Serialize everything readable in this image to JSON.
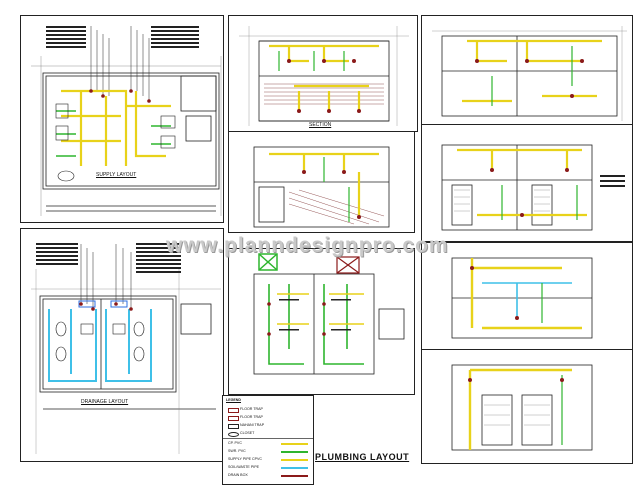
{
  "sheet": {
    "title": "PLUMBING LAYOUT",
    "watermark": "www.planndesignpro.com"
  },
  "panel_labels": {
    "plan_top": "SUPPLY LAYOUT",
    "plan_bottom": "DRAINAGE LAYOUT",
    "elev_1": "SECTION",
    "elev_2": "SECTION"
  },
  "legend": {
    "header": "LEGEND",
    "items": [
      {
        "symbol": "FT",
        "text": "FLOOR TRAP"
      },
      {
        "symbol": "FT",
        "text": "FLOOR TRAP"
      },
      {
        "symbol": "NT",
        "text": "NAHANI TRAP"
      },
      {
        "symbol": "CO",
        "text": "CLOSET"
      },
      {
        "symbol": "",
        "text": "CP. PVC"
      },
      {
        "symbol": "",
        "text": "SWR. PVC"
      },
      {
        "symbol": "",
        "text": "SUPPLY PIPE CPVC"
      },
      {
        "symbol": "",
        "text": "SOIL/WASTE PIPE"
      },
      {
        "symbol": "",
        "text": "DRAIN BOX"
      }
    ]
  },
  "colors": {
    "supply_pipe": "#e8d21a",
    "cold_pipe": "#3fc0e8",
    "drain_pipe": "#8b1a1a",
    "vent_green": "#2fb52f",
    "tile_hatch": "#7a2b2b",
    "linework": "#222222",
    "watermark": "#c9c9c9"
  }
}
